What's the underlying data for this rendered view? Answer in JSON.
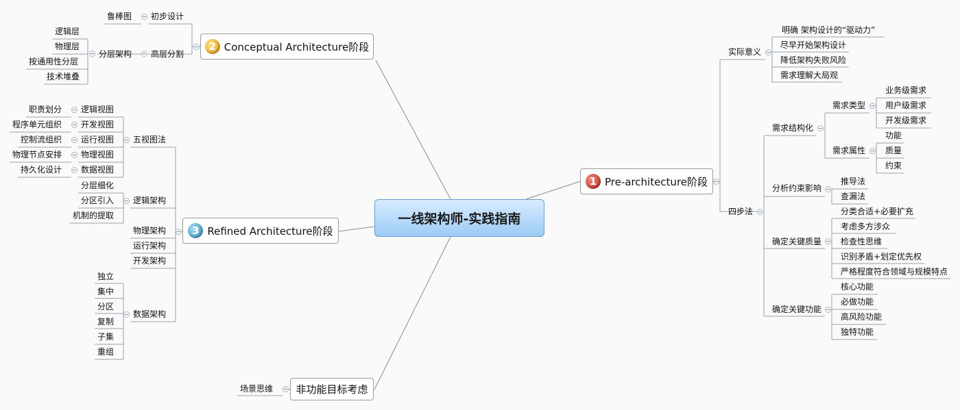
{
  "root": {
    "label": "一线架构师-实践指南"
  },
  "main": {
    "pre": {
      "num": "1",
      "label": "Pre-architecture阶段"
    },
    "conceptual": {
      "num": "2",
      "label": "Conceptual Architecture阶段"
    },
    "refined": {
      "num": "3",
      "label": "Refined Architecture阶段"
    },
    "nonfunc": {
      "label": "非功能目标考虑"
    }
  },
  "pre": {
    "shiji": {
      "label": "实际意义",
      "items": [
        "明确 架构设计的“驱动力”",
        "尽早开始架构设计",
        "降低架构失败风险",
        "需求理解大局观"
      ]
    },
    "sibu": {
      "label": "四步法",
      "xuqiu": {
        "label": "需求结构化",
        "leixing": {
          "label": "需求类型",
          "items": [
            "业务级需求",
            "用户级需求",
            "开发级需求"
          ]
        },
        "shuxing": {
          "label": "需求属性",
          "items": [
            "功能",
            "质量",
            "约束"
          ]
        }
      },
      "fenxi": {
        "label": "分析约束影响",
        "items": [
          "推导法",
          "查漏法"
        ]
      },
      "zhiliang": {
        "label": "确定关键质量",
        "items": [
          "分类合适+必要扩充",
          "考虑多方涉众",
          "检查性思维",
          "识别矛盾+划定优先权",
          "严格程度符合领域与规模特点"
        ]
      },
      "gongneng": {
        "label": "确定关键功能",
        "items": [
          "核心功能",
          "必做功能",
          "高风险功能",
          "独特功能"
        ]
      }
    }
  },
  "conceptual": {
    "chubu": {
      "label": "初步设计",
      "child": "鲁棒图"
    },
    "gaoceng": {
      "label": "高层分割",
      "fenceng": {
        "label": "分层架构",
        "items": [
          "逻辑层",
          "物理层",
          "按通用性分层",
          "技术堆叠"
        ]
      }
    }
  },
  "refined": {
    "wushi": {
      "label": "五视图法",
      "views": [
        {
          "view": "逻辑视图",
          "desc": "职责划分"
        },
        {
          "view": "开发视图",
          "desc": "程序单元组织"
        },
        {
          "view": "运行视图",
          "desc": "控制流组织"
        },
        {
          "view": "物理视图",
          "desc": "物理节点安排"
        },
        {
          "view": "数据视图",
          "desc": "持久化设计"
        }
      ]
    },
    "luoji": {
      "label": "逻辑架构",
      "items": [
        "分层细化",
        "分区引入",
        "机制的提取"
      ]
    },
    "wuli": "物理架构",
    "yunxing": "运行架构",
    "kaifa": "开发架构",
    "shuju": {
      "label": "数据架构",
      "items": [
        "独立",
        "集中",
        "分区",
        "复制",
        "子集",
        "重组"
      ]
    }
  },
  "nonfunc": {
    "child": "场景思维"
  }
}
